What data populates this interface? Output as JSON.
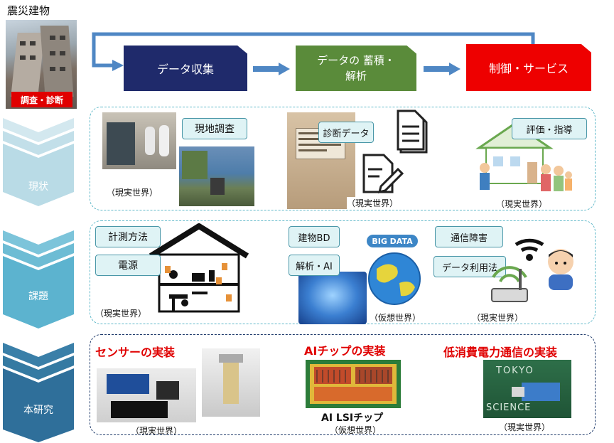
{
  "left": {
    "top_title": "震災建物",
    "badge": "調査・診断",
    "rows": [
      "現状",
      "課題",
      "本研究"
    ]
  },
  "flow": {
    "step1": "データ収集",
    "step2_line1": "データの 蓄積・",
    "step2_line2": "解析",
    "step3": "制御・サービス"
  },
  "row1": {
    "field_survey": "現地調査",
    "diagnosis_data": "診断データ",
    "evaluation": "評価・指導",
    "real_world": "（現実世界）",
    "real_world_narrow": "（現実世界）",
    "real_world_right": "（現実世界）"
  },
  "row2": {
    "measurement": "計測方法",
    "power": "電源",
    "building_bd": "建物BD",
    "analysis_ai": "解析・AI",
    "comm_failure": "通信障害",
    "data_usage": "データ利用法",
    "big_data": "BIG DATA",
    "real_world_left": "（現実世界）",
    "virtual_world": "（仮想世界）",
    "real_world_right": "（現実世界）"
  },
  "row3": {
    "sensor_head": "センサーの実装",
    "ai_chip_head": "AIチップの実装",
    "low_power_head": "低消費電力通信の実装",
    "ai_lsi_chip": "AI LSIチップ",
    "tokyo": "TOKYO",
    "science": "SCIENCE",
    "real_world_left": "（現実世界）",
    "virtual_world": "（仮想世界）",
    "real_world_right": "（現実世界）"
  },
  "colors": {
    "navy": "#1f2a6b",
    "green": "#5a8b3a",
    "red": "#ee0000",
    "arrow_blue": "#4f87c4",
    "chevron_light": "#b9dbe6",
    "chevron_mid": "#5cb3cf",
    "chevron_dark": "#2f6f9a"
  }
}
